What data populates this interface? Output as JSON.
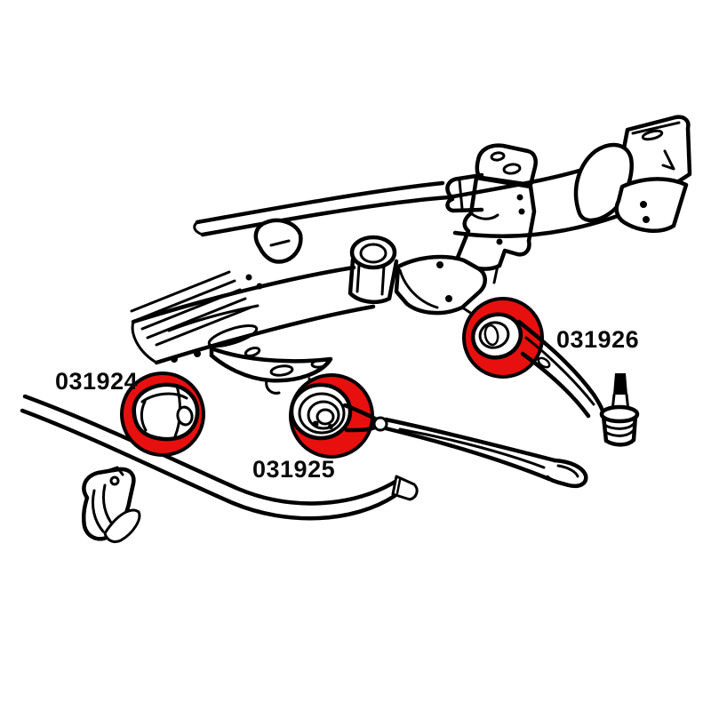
{
  "diagram": {
    "type": "parts-diagram",
    "subject": "front-subframe-suspension-bushings",
    "background_color": "#ffffff",
    "line_color": "#000000",
    "highlight_color": "#e8100e",
    "label_color": "#0a0a0a",
    "parts": [
      {
        "number": "031924",
        "component": "sway-bar-bushing"
      },
      {
        "number": "031925",
        "component": "tension-strut-bushing"
      },
      {
        "number": "031926",
        "component": "control-arm-bushing"
      }
    ]
  }
}
